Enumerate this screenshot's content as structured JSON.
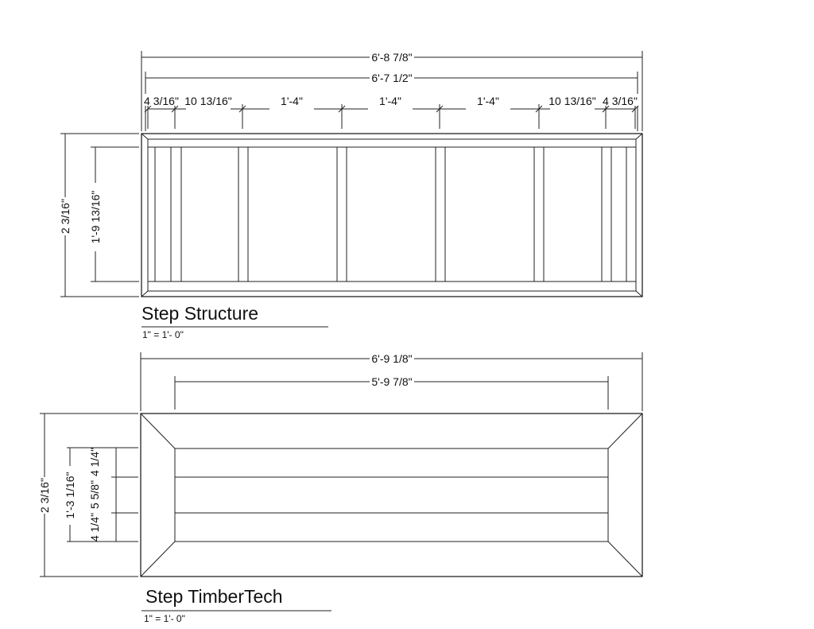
{
  "structure": {
    "title": "Step Structure",
    "scale": "1\" = 1'- 0\"",
    "overall_width": "6'-8 7/8\"",
    "inner_width": "6'-7 1/2\"",
    "segments": [
      "4 3/16\"",
      "10 13/16\"",
      "1'-4\"",
      "1'-4\"",
      "1'-4\"",
      "10 13/16\"",
      "4 3/16\""
    ],
    "overall_height": "2 3/16\"",
    "inner_height": "1'-9 13/16\""
  },
  "timbertech": {
    "title": "Step TimberTech",
    "scale": "1\" = 1'- 0\"",
    "overall_width": "6'-9 1/8\"",
    "inner_width": "5'-9 7/8\"",
    "overall_height": "2 3/16\"",
    "inner_height": "1'-3 1/16\"",
    "boards": [
      "4 1/4\"",
      "5 5/8\"",
      "4 1/4\""
    ]
  }
}
